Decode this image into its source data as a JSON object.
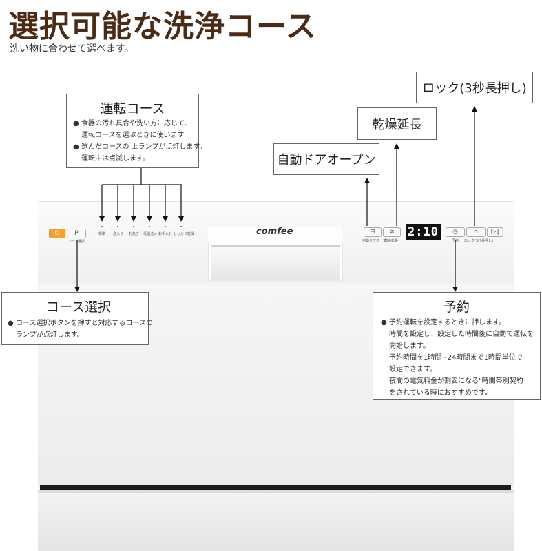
{
  "header": {
    "title": "選択可能な洗浄コース",
    "subtitle": "洗い物に合わせて選べます。"
  },
  "callouts": {
    "course": {
      "title": "運転コース",
      "lines": [
        "食器の汚れ具合や洗い方に応じて、",
        "運転コースを選ぶときに使います",
        "選んだコースの 上ランプが点灯します。",
        "運転中は点滅します。"
      ],
      "bullets": [
        true,
        false,
        true,
        false
      ]
    },
    "course_select": {
      "title": "コース選択",
      "lines": [
        "コース選択ボタンを押すと対応するコースの",
        "ランプが点灯します。"
      ],
      "bullets": [
        true,
        false
      ]
    },
    "timer": {
      "title": "予約",
      "lines": [
        "予約運転を設定するときに押します。",
        "時間を設定し、設定した時間後に自動で運転を",
        "開始します。",
        "予約時間を1時間~24時間まで1時間単位で",
        "設定できます。",
        "夜間の電気料金が割安になる\"時間帯別契約",
        "をされている時におすすめです。"
      ],
      "bullets": [
        true,
        false,
        false,
        false,
        false,
        false,
        false
      ]
    },
    "auto_door": {
      "title": "自動ドアオープン"
    },
    "extra_dry": {
      "title": "乾燥延長"
    },
    "lock": {
      "title": "ロック(3秒長押し)"
    }
  },
  "panel": {
    "brand": "comfee",
    "display": "2:10",
    "power_button": "⏻",
    "select_button": "P",
    "select_label": "コース選択",
    "course_labels": [
      "標準",
      "念入り",
      "お急ぎ",
      "低温洗い",
      "お手入れ",
      "しっかり乾燥"
    ],
    "auto_door_label": "自動ドアオープン",
    "extra_dry_label": "乾燥延長",
    "timer_label": "予約",
    "lock_label": "ロック(3秒長押し)"
  },
  "colors": {
    "title": "#4b2b16",
    "power": "#f6a12b",
    "display_bg": "#111111"
  },
  "icons": [
    "power-icon",
    "door-icon",
    "dry-icon",
    "clock-icon",
    "lock-icon",
    "play-pause-icon"
  ]
}
